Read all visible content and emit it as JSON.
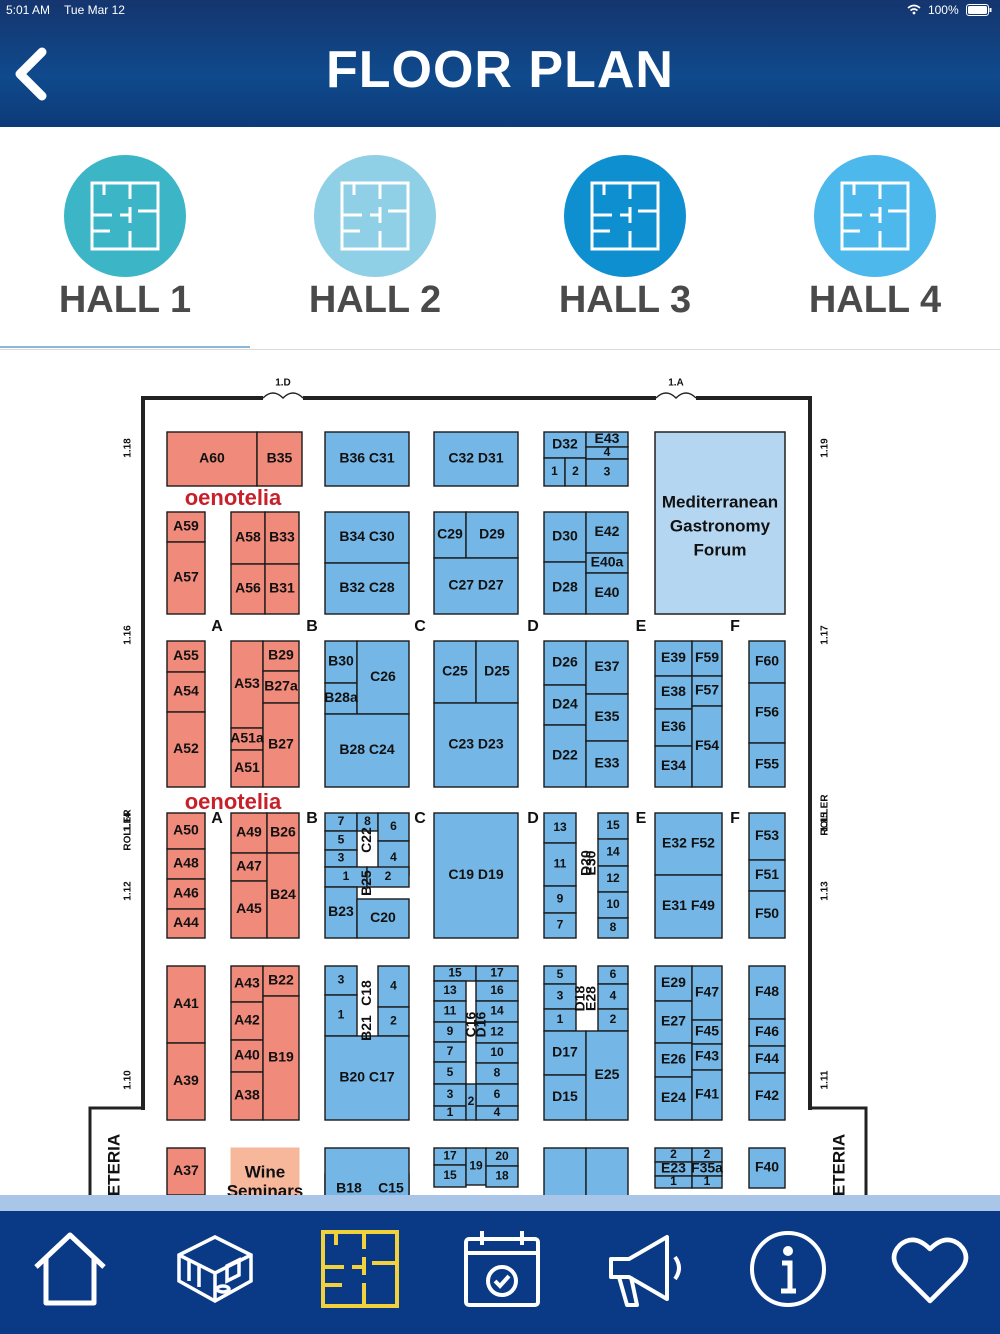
{
  "status_bar": {
    "time": "5:01 AM",
    "date": "Tue Mar 12",
    "battery": "100%"
  },
  "header": {
    "title": "FLOOR PLAN"
  },
  "halls": [
    {
      "label": "HALL 1",
      "color": "#3cb6c6"
    },
    {
      "label": "HALL 2",
      "color": "#8fd0e6"
    },
    {
      "label": "HALL 3",
      "color": "#0e8fd0"
    },
    {
      "label": "HALL 4",
      "color": "#4cb8ec"
    }
  ],
  "colors": {
    "header": "#0f4a8c",
    "tabbar": "#0a3a86",
    "booth_blue": "#74b6e6",
    "booth_red": "#f08a7a",
    "forum": "#b5d6f0",
    "active_tab": "#f2d23c"
  },
  "map": {
    "doors": [
      "1.D",
      "1.A"
    ],
    "side_labels_left": [
      "1.18",
      "1.16",
      "1.14",
      "ROLLER",
      "1.12",
      "1.10"
    ],
    "side_labels_right": [
      "1.19",
      "1.17",
      "ROLLER",
      "1.15",
      "1.13",
      "1.11"
    ],
    "aisles": [
      "A",
      "B",
      "C",
      "D",
      "E",
      "F"
    ],
    "brand": "oenotelia",
    "forum": [
      "Mediterranean",
      "Gastronomy",
      "Forum"
    ],
    "wine": [
      "Wine",
      "Seminars"
    ],
    "cafeteria": "ETERIA",
    "red_booths": [
      {
        "t": "A60"
      },
      {
        "t": "B35"
      },
      {
        "t": "A59"
      },
      {
        "t": "A57"
      },
      {
        "t": "A58"
      },
      {
        "t": "B33"
      },
      {
        "t": "A56"
      },
      {
        "t": "B31"
      },
      {
        "t": "A55"
      },
      {
        "t": "A54"
      },
      {
        "t": "A52"
      },
      {
        "t": "A53"
      },
      {
        "t": "A51a"
      },
      {
        "t": "A51"
      },
      {
        "t": "B29"
      },
      {
        "t": "B27a"
      },
      {
        "t": "B27"
      },
      {
        "t": "A50"
      },
      {
        "t": "A48"
      },
      {
        "t": "A46"
      },
      {
        "t": "A44"
      },
      {
        "t": "A49"
      },
      {
        "t": "B26"
      },
      {
        "t": "A47"
      },
      {
        "t": "A45"
      },
      {
        "t": "B24"
      },
      {
        "t": "A41"
      },
      {
        "t": "A39"
      },
      {
        "t": "A43"
      },
      {
        "t": "A42"
      },
      {
        "t": "A40"
      },
      {
        "t": "A38"
      },
      {
        "t": "B22"
      },
      {
        "t": "B19"
      },
      {
        "t": "A37"
      }
    ],
    "blue_booths": [
      {
        "t": "B36 C31"
      },
      {
        "t": "C32 D31"
      },
      {
        "t": "D32"
      },
      {
        "t": "1"
      },
      {
        "t": "2"
      },
      {
        "t": "E43"
      },
      {
        "t": "4"
      },
      {
        "t": "3"
      },
      {
        "t": "B34 C30"
      },
      {
        "t": "B32 C28"
      },
      {
        "t": "C29"
      },
      {
        "t": "D29"
      },
      {
        "t": "C27 D27"
      },
      {
        "t": "D30"
      },
      {
        "t": "D28"
      },
      {
        "t": "E42"
      },
      {
        "t": "E40a"
      },
      {
        "t": "E40"
      },
      {
        "t": "B30"
      },
      {
        "t": "B28a"
      },
      {
        "t": "C26"
      },
      {
        "t": "B28 C24"
      },
      {
        "t": "C25"
      },
      {
        "t": "D25"
      },
      {
        "t": "C23 D23"
      },
      {
        "t": "D26"
      },
      {
        "t": "D24"
      },
      {
        "t": "D22"
      },
      {
        "t": "E37"
      },
      {
        "t": "E35"
      },
      {
        "t": "E33"
      },
      {
        "t": "E39"
      },
      {
        "t": "E38"
      },
      {
        "t": "E36"
      },
      {
        "t": "E34"
      },
      {
        "t": "F59"
      },
      {
        "t": "F57"
      },
      {
        "t": "F54"
      },
      {
        "t": "F60"
      },
      {
        "t": "F56"
      },
      {
        "t": "F55"
      },
      {
        "t": "7"
      },
      {
        "t": "8"
      },
      {
        "t": "6"
      },
      {
        "t": "5"
      },
      {
        "t": "3"
      },
      {
        "t": "4"
      },
      {
        "t": "1"
      },
      {
        "t": "2"
      },
      {
        "t": "C22"
      },
      {
        "t": "B25"
      },
      {
        "t": "B23"
      },
      {
        "t": "C20"
      },
      {
        "t": "C19 D19"
      },
      {
        "t": "13"
      },
      {
        "t": "11"
      },
      {
        "t": "9"
      },
      {
        "t": "7"
      },
      {
        "t": "D20"
      },
      {
        "t": "E30"
      },
      {
        "t": "15"
      },
      {
        "t": "14"
      },
      {
        "t": "12"
      },
      {
        "t": "10"
      },
      {
        "t": "8"
      },
      {
        "t": "E32 F52"
      },
      {
        "t": "E31 F49"
      },
      {
        "t": "F53"
      },
      {
        "t": "F51"
      },
      {
        "t": "F50"
      },
      {
        "t": "3"
      },
      {
        "t": "C18"
      },
      {
        "t": "4"
      },
      {
        "t": "1"
      },
      {
        "t": "B21"
      },
      {
        "t": "2"
      },
      {
        "t": "B20 C17"
      },
      {
        "t": "15"
      },
      {
        "t": "17"
      },
      {
        "t": "13"
      },
      {
        "t": "16"
      },
      {
        "t": "11"
      },
      {
        "t": "14"
      },
      {
        "t": "9"
      },
      {
        "t": "12"
      },
      {
        "t": "7"
      },
      {
        "t": "10"
      },
      {
        "t": "5"
      },
      {
        "t": "8"
      },
      {
        "t": "3"
      },
      {
        "t": "6"
      },
      {
        "t": "1"
      },
      {
        "t": "4"
      },
      {
        "t": "2"
      },
      {
        "t": "D16"
      },
      {
        "t": "C16"
      },
      {
        "t": "5"
      },
      {
        "t": "6"
      },
      {
        "t": "3"
      },
      {
        "t": "4"
      },
      {
        "t": "1"
      },
      {
        "t": "2"
      },
      {
        "t": "E28"
      },
      {
        "t": "D18"
      },
      {
        "t": "D17"
      },
      {
        "t": "D15"
      },
      {
        "t": "E25"
      },
      {
        "t": "E29"
      },
      {
        "t": "E27"
      },
      {
        "t": "E26"
      },
      {
        "t": "E24"
      },
      {
        "t": "F47"
      },
      {
        "t": "F45"
      },
      {
        "t": "F43"
      },
      {
        "t": "F41"
      },
      {
        "t": "F48"
      },
      {
        "t": "F46"
      },
      {
        "t": "F44"
      },
      {
        "t": "F42"
      },
      {
        "t": "17"
      },
      {
        "t": "15"
      },
      {
        "t": "19"
      },
      {
        "t": "20"
      },
      {
        "t": "18"
      },
      {
        "t": "B18"
      },
      {
        "t": "C15"
      },
      {
        "t": "2"
      },
      {
        "t": "E23"
      },
      {
        "t": "2"
      },
      {
        "t": "F35a"
      },
      {
        "t": "1"
      },
      {
        "t": "1"
      },
      {
        "t": "F40"
      }
    ]
  },
  "tabs": [
    {
      "name": "home-icon"
    },
    {
      "name": "exhibitors-icon"
    },
    {
      "name": "floorplan-icon"
    },
    {
      "name": "calendar-icon"
    },
    {
      "name": "megaphone-icon"
    },
    {
      "name": "info-icon"
    },
    {
      "name": "favorites-icon"
    }
  ]
}
